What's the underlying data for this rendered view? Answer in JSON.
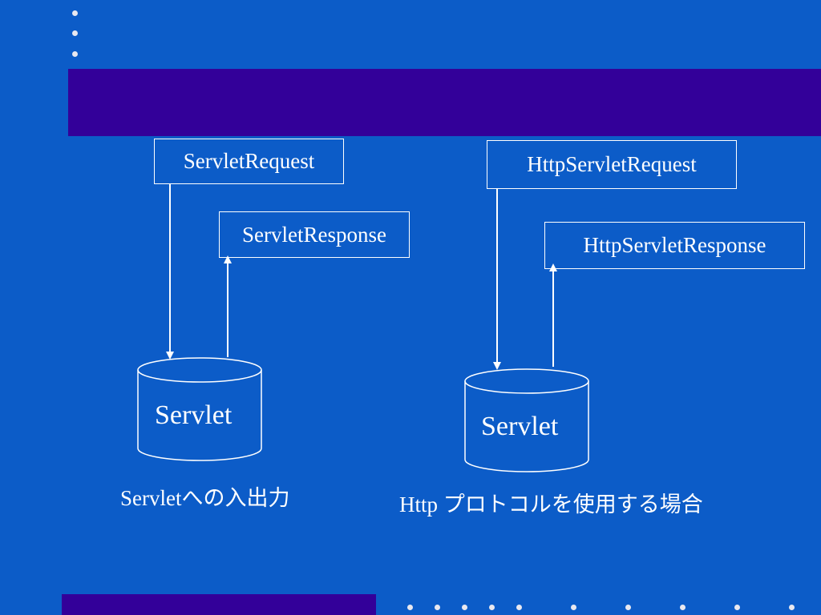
{
  "left_diagram": {
    "request_label": "ServletRequest",
    "response_label": "ServletResponse",
    "servlet_label": "Servlet",
    "caption_latin": "Servlet",
    "caption_jp": "への入出力"
  },
  "right_diagram": {
    "request_label": "HttpServletRequest",
    "response_label": "HttpServletResponse",
    "servlet_label": "Servlet",
    "caption_latin": "Http ",
    "caption_jp": "プロトコルを使用する場合"
  },
  "colors": {
    "background": "#0c5cc8",
    "band": "#330099",
    "foreground": "#ffffff"
  }
}
